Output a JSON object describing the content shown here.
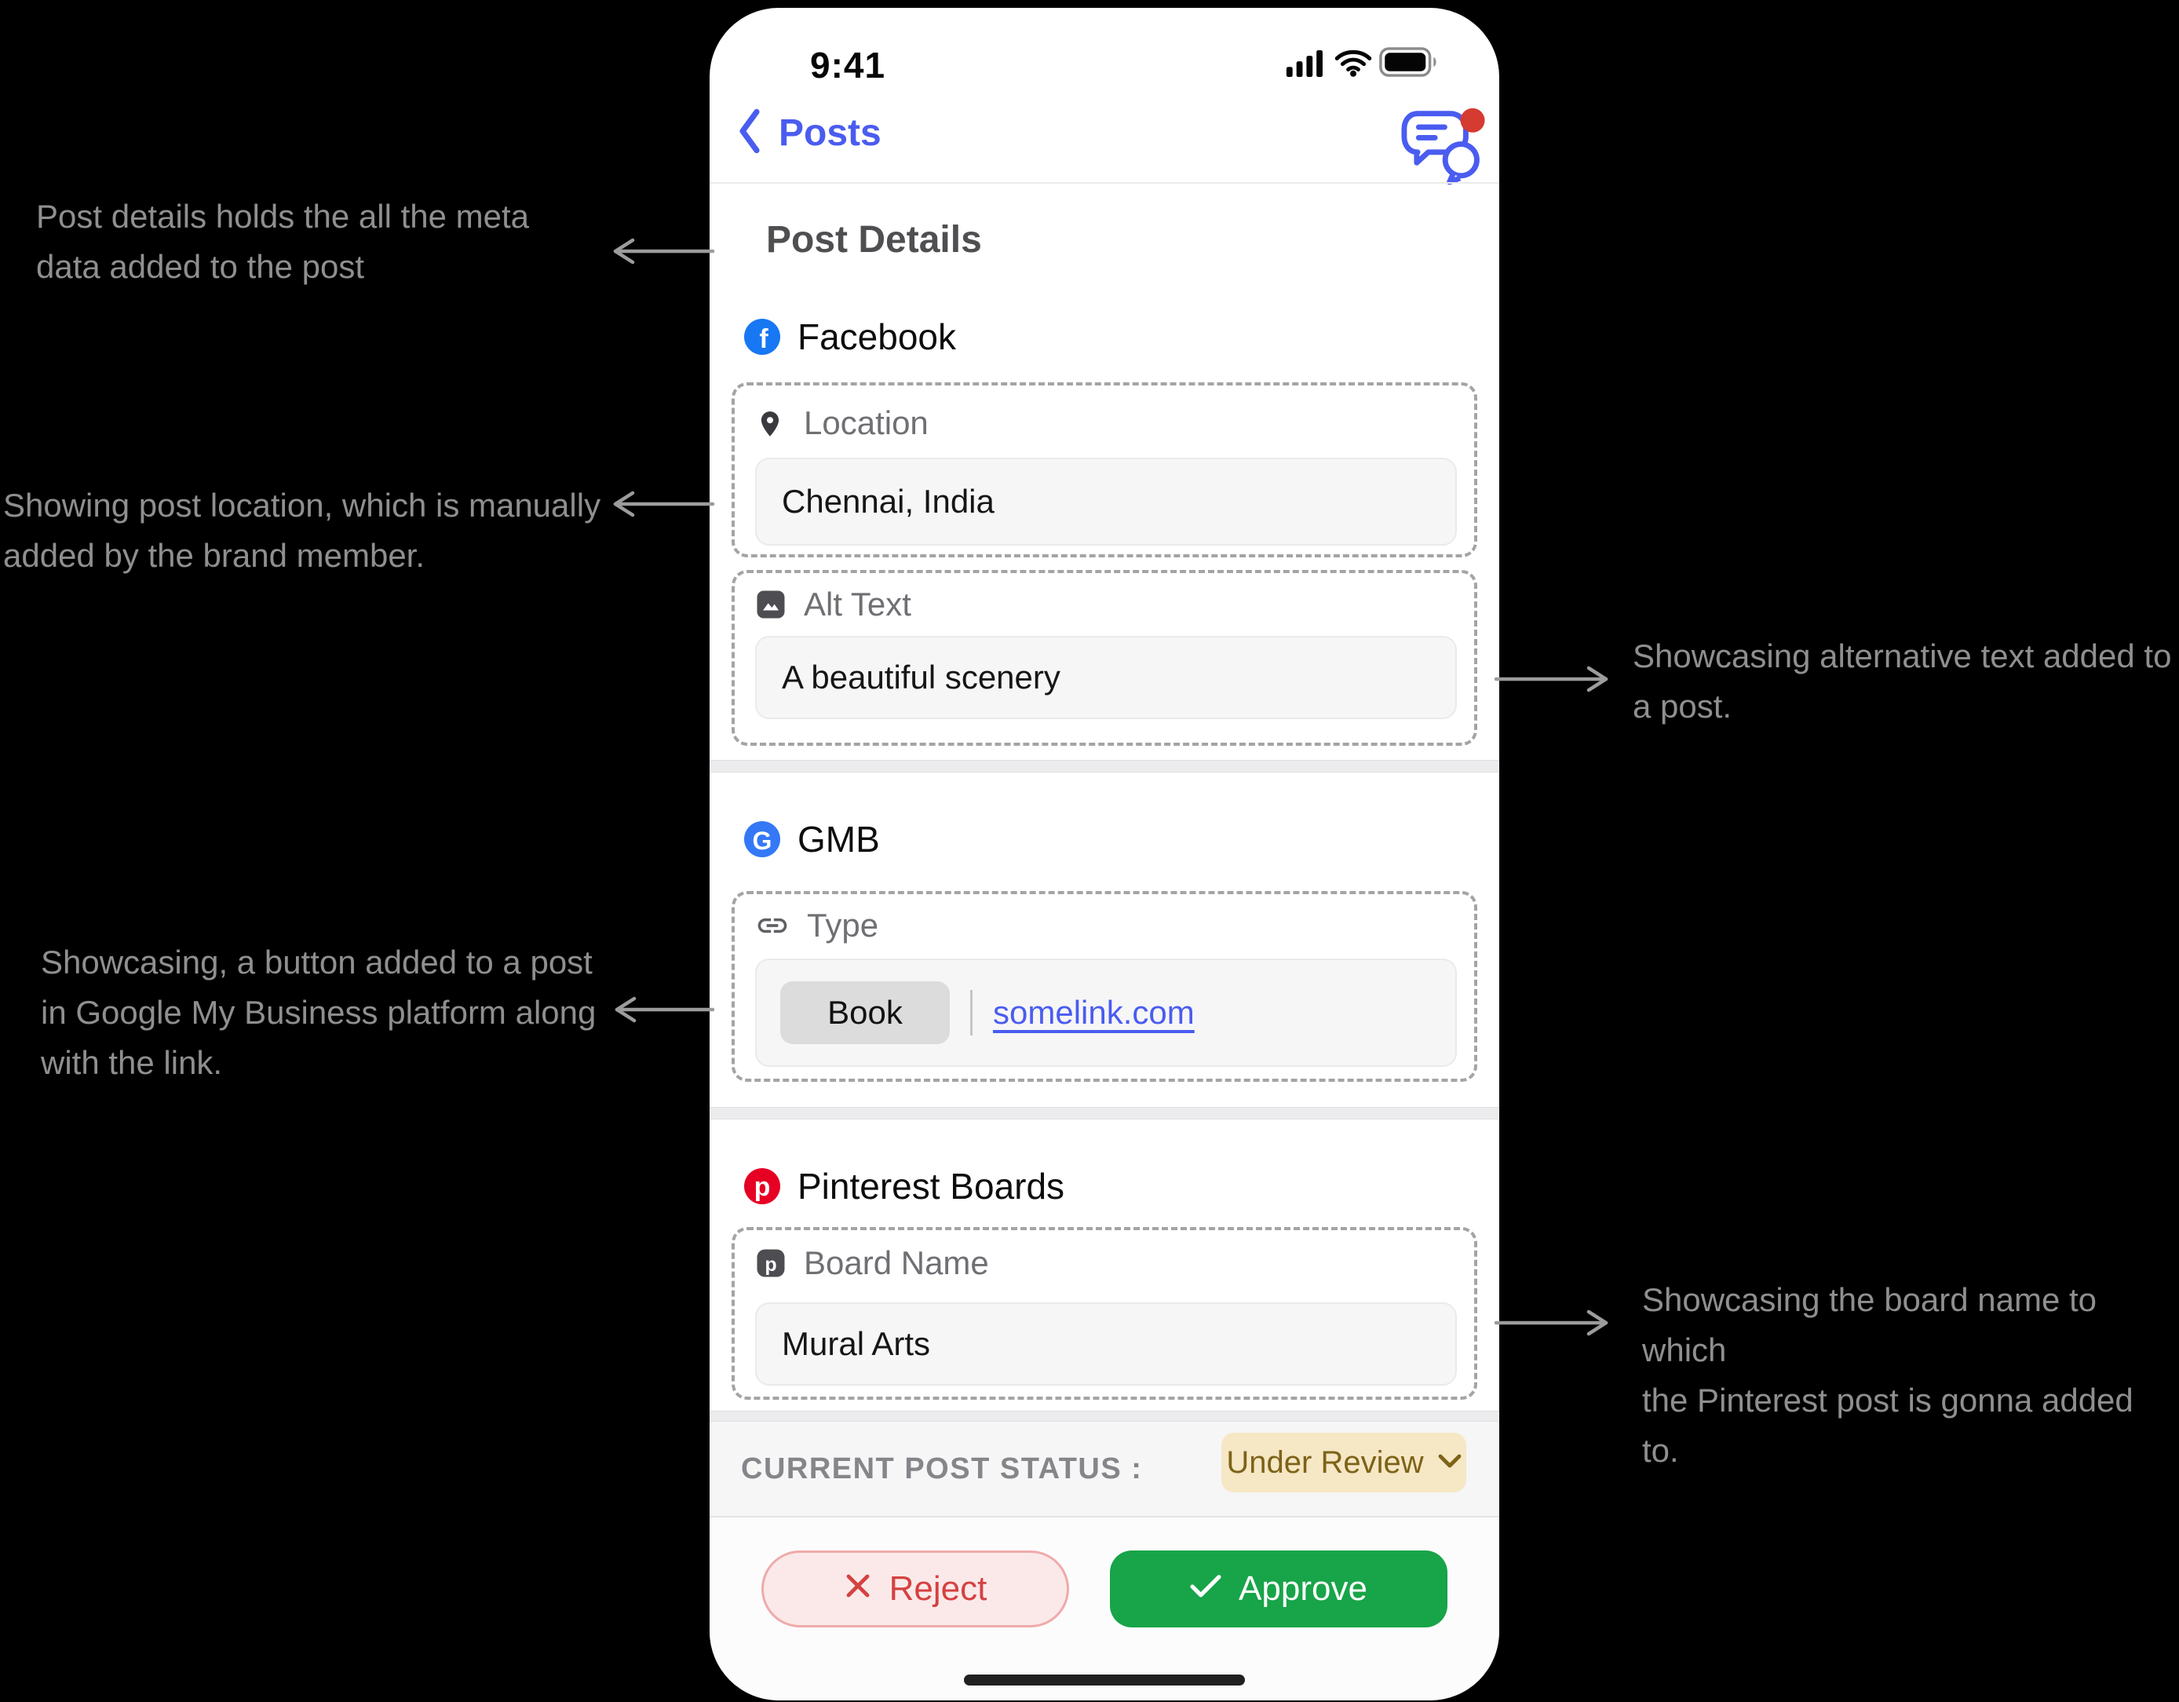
{
  "phone": {
    "status_bar": {
      "time": "9:41"
    },
    "nav": {
      "back_label": "Posts"
    },
    "title": "Post Details",
    "facebook": {
      "name": "Facebook",
      "location": {
        "label": "Location",
        "value": "Chennai, India"
      },
      "alt_text": {
        "label": "Alt Text",
        "value": "A beautiful scenery"
      }
    },
    "gmb": {
      "name": "GMB",
      "type": {
        "label": "Type",
        "button": "Book",
        "link": "somelink.com"
      }
    },
    "pinterest": {
      "name": "Pinterest Boards",
      "board": {
        "label": "Board Name",
        "value": "Mural Arts"
      }
    },
    "status_row": {
      "label": "CURRENT POST STATUS :",
      "value": "Under Review"
    },
    "actions": {
      "reject": "Reject",
      "approve": "Approve"
    }
  },
  "icons": {
    "facebook_glyph": "f",
    "gmb_glyph": "G",
    "pinterest_glyph": "p",
    "board_glyph": "p"
  },
  "annotations": {
    "post_details": {
      "lines": [
        "Post details holds the all the meta",
        "data added to the post"
      ]
    },
    "location": {
      "lines": [
        "Showing post location, which is manually",
        "added by the brand member."
      ]
    },
    "gmb_button": {
      "lines": [
        "Showcasing, a button added to a post",
        "in Google My Business platform along",
        "with the link."
      ]
    },
    "alt_text": {
      "lines": [
        "Showcasing alternative text added to",
        "a post."
      ]
    },
    "board_name": {
      "lines": [
        "Showcasing the board name to which",
        "the Pinterest post is gonna added to."
      ]
    }
  },
  "colors": {
    "accent_blue": "#4a5cf0",
    "facebook_blue": "#1877F2",
    "gmb_blue": "#3478F6",
    "pinterest_red": "#E60023",
    "notification_red": "#d53b30",
    "badge_bg": "#f6e7c5",
    "badge_text": "#7d6318",
    "reject_red": "#d54141",
    "approve_green": "#18a448",
    "annotation_gray": "#8f8f8f"
  }
}
